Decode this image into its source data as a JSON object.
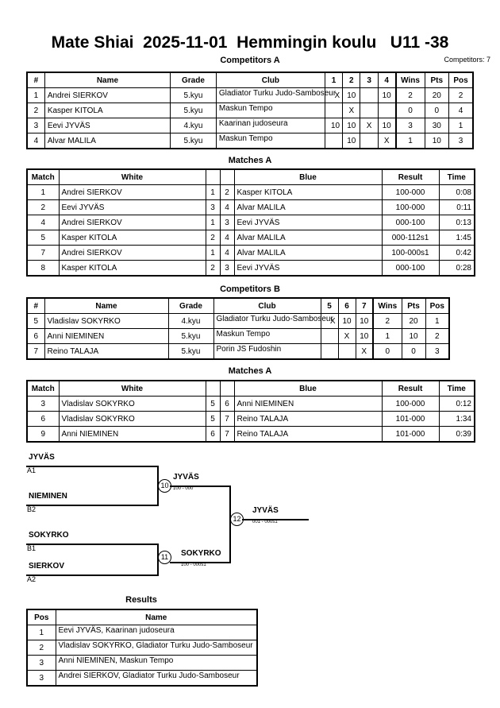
{
  "header": {
    "title": "Mate Shiai  2025-11-01  Hemmingin koulu   U11 -38",
    "competitors_count": "Competitors: 7"
  },
  "competitors_a": {
    "caption": "Competitors A",
    "columns": [
      "#",
      "Name",
      "Grade",
      "Club",
      "1",
      "2",
      "3",
      "4",
      "Wins",
      "Pts",
      "Pos"
    ],
    "rows": [
      {
        "num": "1",
        "name": "Andrei SIERKOV",
        "grade": "5.kyu",
        "club": "Gladiator Turku Judo-Samboseur",
        "s1": "X",
        "s2": "10",
        "s3": "",
        "s4": "10",
        "wins": "2",
        "pts": "20",
        "pos": "2"
      },
      {
        "num": "2",
        "name": "Kasper KITOLA",
        "grade": "5.kyu",
        "club": "Maskun Tempo",
        "s1": "",
        "s2": "X",
        "s3": "",
        "s4": "",
        "wins": "0",
        "pts": "0",
        "pos": "4"
      },
      {
        "num": "3",
        "name": "Eevi JYVÄS",
        "grade": "4.kyu",
        "club": "Kaarinan judoseura",
        "s1": "10",
        "s2": "10",
        "s3": "X",
        "s4": "10",
        "wins": "3",
        "pts": "30",
        "pos": "1"
      },
      {
        "num": "4",
        "name": "Alvar MALILA",
        "grade": "5.kyu",
        "club": "Maskun Tempo",
        "s1": "",
        "s2": "10",
        "s3": "",
        "s4": "X",
        "wins": "1",
        "pts": "10",
        "pos": "3"
      }
    ]
  },
  "matches_a": {
    "caption": "Matches A",
    "columns": [
      "Match",
      "White",
      "",
      "",
      "Blue",
      "Result",
      "Time"
    ],
    "rows": [
      {
        "match": "1",
        "white": "Andrei SIERKOV",
        "white_win": true,
        "wn": "1",
        "bn": "2",
        "blue": "Kasper KITOLA",
        "blue_win": false,
        "result": "100-000",
        "time": "0:08"
      },
      {
        "match": "2",
        "white": "Eevi JYVÄS",
        "white_win": true,
        "wn": "3",
        "bn": "4",
        "blue": "Alvar MALILA",
        "blue_win": false,
        "result": "100-000",
        "time": "0:11"
      },
      {
        "match": "4",
        "white": "Andrei SIERKOV",
        "white_win": false,
        "wn": "1",
        "bn": "3",
        "blue": "Eevi JYVÄS",
        "blue_win": true,
        "result": "000-100",
        "time": "0:13"
      },
      {
        "match": "5",
        "white": "Kasper KITOLA",
        "white_win": false,
        "wn": "2",
        "bn": "4",
        "blue": "Alvar MALILA",
        "blue_win": true,
        "result": "000-112s1",
        "time": "1:45"
      },
      {
        "match": "7",
        "white": "Andrei SIERKOV",
        "white_win": true,
        "wn": "1",
        "bn": "4",
        "blue": "Alvar MALILA",
        "blue_win": false,
        "result": "100-000s1",
        "time": "0:42"
      },
      {
        "match": "8",
        "white": "Kasper KITOLA",
        "white_win": false,
        "wn": "2",
        "bn": "3",
        "blue": "Eevi JYVÄS",
        "blue_win": true,
        "result": "000-100",
        "time": "0:28"
      }
    ]
  },
  "competitors_b": {
    "caption": "Competitors B",
    "columns": [
      "#",
      "Name",
      "Grade",
      "Club",
      "5",
      "6",
      "7",
      "Wins",
      "Pts",
      "Pos"
    ],
    "rows": [
      {
        "num": "5",
        "name": "Vladislav SOKYRKO",
        "grade": "4.kyu",
        "club": "Gladiator Turku Judo-Samboseur",
        "s5": "X",
        "s6": "10",
        "s7": "10",
        "wins": "2",
        "pts": "20",
        "pos": "1"
      },
      {
        "num": "6",
        "name": "Anni NIEMINEN",
        "grade": "5.kyu",
        "club": "Maskun Tempo",
        "s5": "",
        "s6": "X",
        "s7": "10",
        "wins": "1",
        "pts": "10",
        "pos": "2"
      },
      {
        "num": "7",
        "name": "Reino TALAJA",
        "grade": "5.kyu",
        "club": "Porin JS Fudoshin",
        "s5": "",
        "s6": "",
        "s7": "X",
        "wins": "0",
        "pts": "0",
        "pos": "3"
      }
    ]
  },
  "matches_b": {
    "caption": "Matches A",
    "columns": [
      "Match",
      "White",
      "",
      "",
      "Blue",
      "Result",
      "Time"
    ],
    "rows": [
      {
        "match": "3",
        "white": "Vladislav SOKYRKO",
        "white_win": true,
        "wn": "5",
        "bn": "6",
        "blue": "Anni NIEMINEN",
        "blue_win": false,
        "result": "100-000",
        "time": "0:12"
      },
      {
        "match": "6",
        "white": "Vladislav SOKYRKO",
        "white_win": true,
        "wn": "5",
        "bn": "7",
        "blue": "Reino TALAJA",
        "blue_win": false,
        "result": "101-000",
        "time": "1:34"
      },
      {
        "match": "9",
        "white": "Anni NIEMINEN",
        "white_win": true,
        "wn": "6",
        "bn": "7",
        "blue": "Reino TALAJA",
        "blue_win": false,
        "result": "101-000",
        "time": "0:39"
      }
    ]
  },
  "bracket": {
    "entrants": [
      {
        "name": "JYVÄS",
        "seed": "A1"
      },
      {
        "name": "NIEMINEN",
        "seed": "B2"
      },
      {
        "name": "SOKYRKO",
        "seed": "B1"
      },
      {
        "name": "SIERKOV",
        "seed": "A2"
      }
    ],
    "semifinals": [
      {
        "match": "10",
        "winner": "JYVÄS",
        "score": "100 - 000"
      },
      {
        "match": "11",
        "winner": "SOKYRKO",
        "score": "100 - 000s1"
      }
    ],
    "final": {
      "match": "12",
      "winner": "JYVÄS",
      "score": "001 - 000s1"
    }
  },
  "results": {
    "caption": "Results",
    "columns": [
      "Pos",
      "Name"
    ],
    "rows": [
      {
        "pos": "1",
        "name": "Eevi JYVÄS, Kaarinan judoseura"
      },
      {
        "pos": "2",
        "name": "Vladislav SOKYRKO, Gladiator Turku Judo-Samboseur"
      },
      {
        "pos": "3",
        "name": "Anni NIEMINEN, Maskun Tempo"
      },
      {
        "pos": "3",
        "name": "Andrei SIERKOV, Gladiator Turku Judo-Samboseur"
      }
    ]
  }
}
